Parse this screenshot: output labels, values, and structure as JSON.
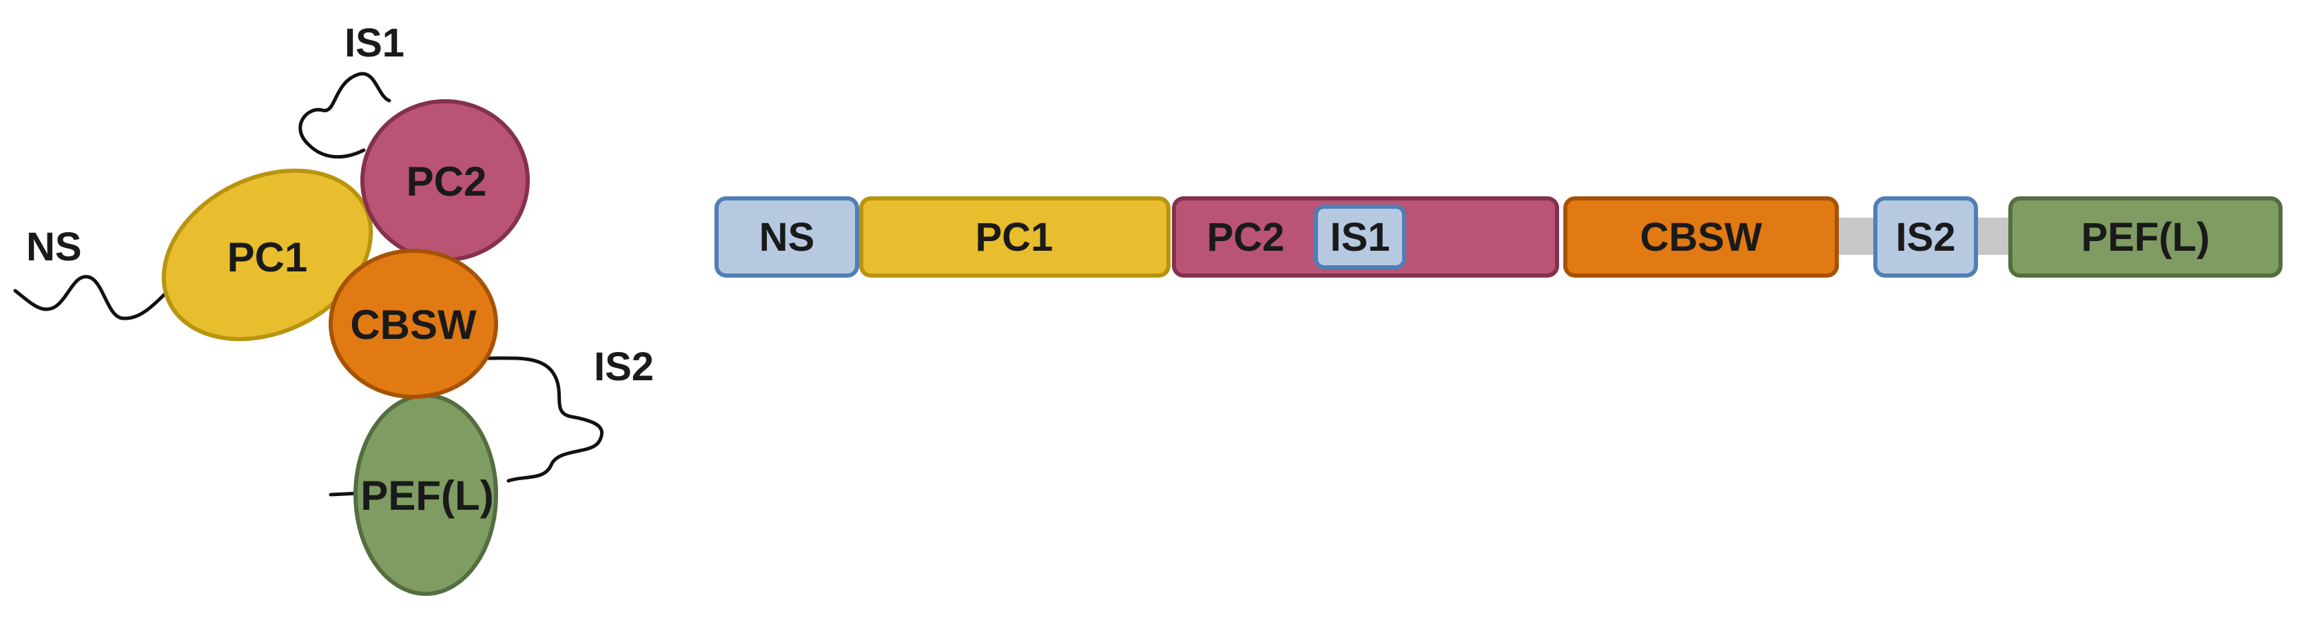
{
  "colors": {
    "ns": "#b7c9e1",
    "ns_border": "#4f7fb5",
    "pc1": "#e8bd2e",
    "pc1_border": "#b8940f",
    "pc2": "#b95474",
    "pc2_border": "#85304f",
    "cbsw": "#e17a12",
    "cbsw_border": "#a75205",
    "is": "#b7c9e1",
    "is_border": "#4f7fb5",
    "pef": "#7f9c63",
    "pef_border": "#546e40",
    "linker": "#c7c7c7",
    "line": "#111111"
  },
  "structure_view": {
    "labels": {
      "ns": "NS",
      "is1": "IS1",
      "is2": "IS2",
      "pc1": "PC1",
      "pc2": "PC2",
      "cbsw": "CBSW",
      "pef": "PEF(L)"
    }
  },
  "domain_bar": {
    "segments": [
      {
        "label": "NS"
      },
      {
        "label": "PC1"
      },
      {
        "label": "PC2"
      },
      {
        "label": "IS1"
      },
      {
        "label": "CBSW"
      },
      {
        "label": "IS2"
      },
      {
        "label": "PEF(L)"
      }
    ]
  }
}
